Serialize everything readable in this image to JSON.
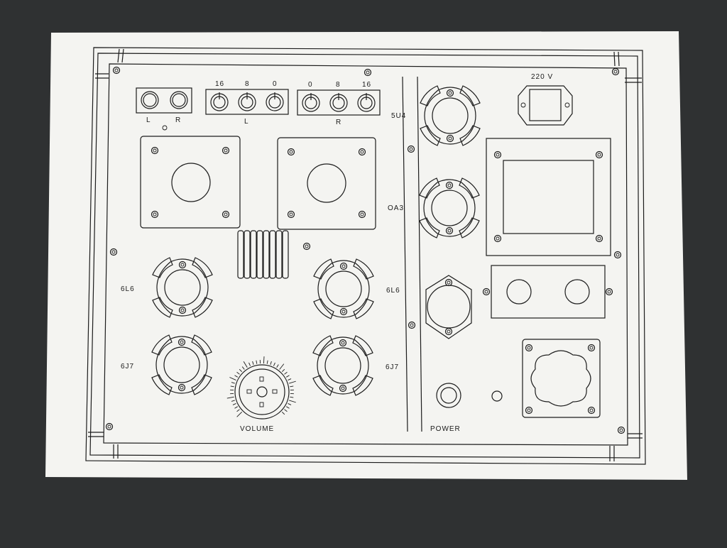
{
  "labels": {
    "output_left": "L",
    "output_right": "R",
    "tap_16_a": "16",
    "tap_8_a": "8",
    "tap_0_a": "0",
    "tap_left": "L",
    "tap_0_b": "0",
    "tap_8_b": "8",
    "tap_16_b": "16",
    "tap_right": "R",
    "tube_6l6_left": "6L6",
    "tube_6l6_right": "6L6",
    "tube_6j7_left": "6J7",
    "tube_6j7_right": "6J7",
    "tube_5u4": "5U4",
    "tube_oa3": "OA3",
    "voltage": "220 V",
    "volume": "VOLUME",
    "power": "POWER"
  }
}
